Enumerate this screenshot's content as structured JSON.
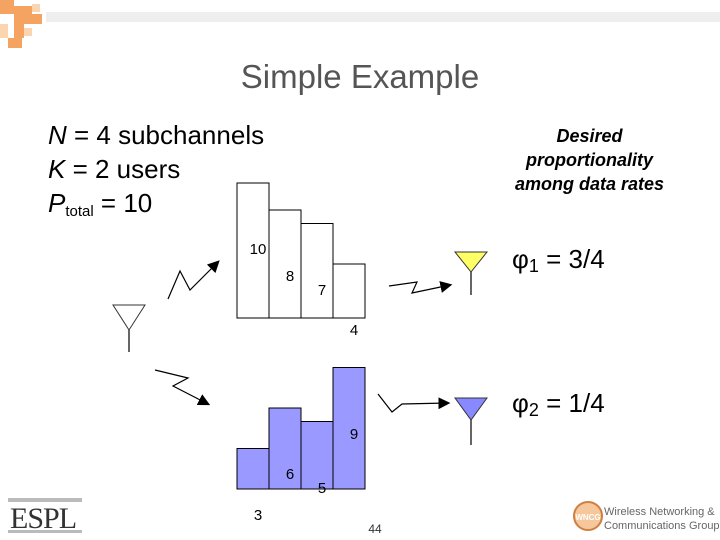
{
  "title": "Simple Example",
  "params": {
    "n_var": "N",
    "n_text": " = 4 subchannels",
    "k_var": "K",
    "k_text": " = 2 users",
    "p_var": "P",
    "p_sub": "total",
    "p_text": " = 10"
  },
  "desired": {
    "line1": "Desired",
    "line2": "proportionality",
    "line3": "among data rates"
  },
  "phi1": {
    "symbol": "φ",
    "sub": "1",
    "value": " = 3/4"
  },
  "phi2": {
    "symbol": "φ",
    "sub": "2",
    "value": " = 1/4"
  },
  "user1_bars": {
    "values": [
      10,
      8,
      7,
      4
    ],
    "labels": [
      "10",
      "8",
      "7",
      "4"
    ]
  },
  "user2_bars": {
    "values": [
      3,
      6,
      5,
      9
    ],
    "labels": [
      "3",
      "6",
      "5",
      "9"
    ]
  },
  "footer": {
    "page_number": "44",
    "left_logo": "ESPL",
    "right_logo_badge": "WNCG",
    "right_logo_line1": "Wireless Networking &",
    "right_logo_line2": "Communications Group"
  },
  "colors": {
    "user1_fill": "#ffffff",
    "user2_fill": "#9999ff",
    "antenna1": "#ffff66",
    "antenna2": "#8888ff",
    "title": "#555555",
    "accent_orange": "#f4a460"
  }
}
